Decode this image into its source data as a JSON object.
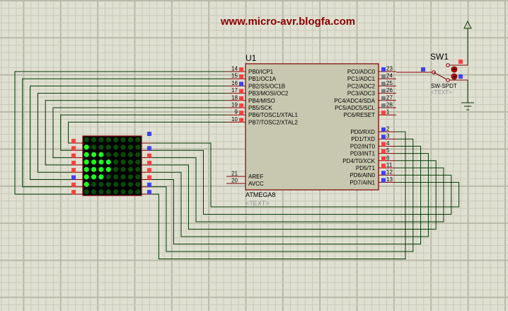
{
  "app": "Proteus ISIS schematic",
  "watermark": "www.micro-avr.blogfa.com",
  "colors": {
    "background": "#e0e0d2",
    "grid_minor": "#c9c9b9",
    "grid_major": "#b9b9a9",
    "wire": "#003800",
    "component_border": "#800000",
    "component_fill": "#c8c8b0",
    "pin_high": "#ff4040",
    "pin_low": "#4040ff",
    "pin_float": "#808080",
    "watermark": "#8b0000",
    "led_on": "#20ff20",
    "led_off": "#0a4a0a",
    "led_bg": "#000000",
    "text_ghost": "#909090"
  },
  "mcu": {
    "ref": "U1",
    "part": "ATMEGA8",
    "text_placeholder": "<TEXT>",
    "left_pins": [
      {
        "num": "14",
        "name": "PB0/ICP1",
        "state": "high"
      },
      {
        "num": "15",
        "name": "PB1/OC1A",
        "state": "high"
      },
      {
        "num": "16",
        "name": "PB2/SS/OC1B",
        "state": "low"
      },
      {
        "num": "17",
        "name": "PB3/MOSI/OC2",
        "state": "high"
      },
      {
        "num": "18",
        "name": "PB4/MISO",
        "state": "high"
      },
      {
        "num": "19",
        "name": "PB5/SCK",
        "state": "high"
      },
      {
        "num": "9",
        "name": "PB6/TOSC1/XTAL1",
        "state": "high"
      },
      {
        "num": "10",
        "name": "PB7/TOSC2/XTAL2",
        "state": "high"
      }
    ],
    "power_pins": [
      {
        "num": "21",
        "name": "AREF"
      },
      {
        "num": "20",
        "name": "AVCC"
      }
    ],
    "right_pins_c": [
      {
        "num": "23",
        "name": "PC0/ADC0",
        "state": "low"
      },
      {
        "num": "24",
        "name": "PC1/ADC1",
        "state": "float"
      },
      {
        "num": "25",
        "name": "PC2/ADC2",
        "state": "float"
      },
      {
        "num": "26",
        "name": "PC3/ADC3",
        "state": "float"
      },
      {
        "num": "27",
        "name": "PC4/ADC4/SDA",
        "state": "float"
      },
      {
        "num": "28",
        "name": "PC5/ADC5/SCL",
        "state": "float"
      },
      {
        "num": "1",
        "name": "PC6/RESET",
        "state": "high"
      }
    ],
    "right_pins_d": [
      {
        "num": "2",
        "name": "PD0/RXD",
        "state": "low"
      },
      {
        "num": "3",
        "name": "PD1/TXD",
        "state": "low"
      },
      {
        "num": "4",
        "name": "PD2/INT0",
        "state": "high"
      },
      {
        "num": "5",
        "name": "PD3/INT1",
        "state": "high"
      },
      {
        "num": "6",
        "name": "PD4/T0/XCK",
        "state": "high"
      },
      {
        "num": "11",
        "name": "PD5/T1",
        "state": "high"
      },
      {
        "num": "12",
        "name": "PD6/AIN0",
        "state": "low"
      },
      {
        "num": "13",
        "name": "PD7/AIN1",
        "state": "low"
      }
    ]
  },
  "switch": {
    "ref": "SW1",
    "part": "SW-SPDT",
    "text_placeholder": "<TEXT>",
    "position": "down"
  },
  "matrix": {
    "rows": 8,
    "cols": 8,
    "lit": [
      [
        0,
        0,
        0,
        0,
        0,
        0,
        0,
        0
      ],
      [
        1,
        0,
        0,
        0,
        0,
        0,
        0,
        0
      ],
      [
        1,
        1,
        1,
        0,
        0,
        0,
        0,
        0
      ],
      [
        1,
        1,
        1,
        1,
        0,
        0,
        0,
        0
      ],
      [
        1,
        1,
        1,
        1,
        0,
        0,
        0,
        0
      ],
      [
        1,
        1,
        1,
        0,
        0,
        0,
        0,
        0
      ],
      [
        1,
        0,
        0,
        0,
        0,
        0,
        0,
        0
      ],
      [
        0,
        0,
        0,
        0,
        0,
        0,
        0,
        0
      ]
    ],
    "left_pin_states": [
      "high",
      "high",
      "high",
      "high",
      "high",
      "low",
      "high",
      "high"
    ],
    "right_pin_states": [
      "low",
      "low",
      "high",
      "high",
      "high",
      "high",
      "low",
      "low"
    ]
  }
}
